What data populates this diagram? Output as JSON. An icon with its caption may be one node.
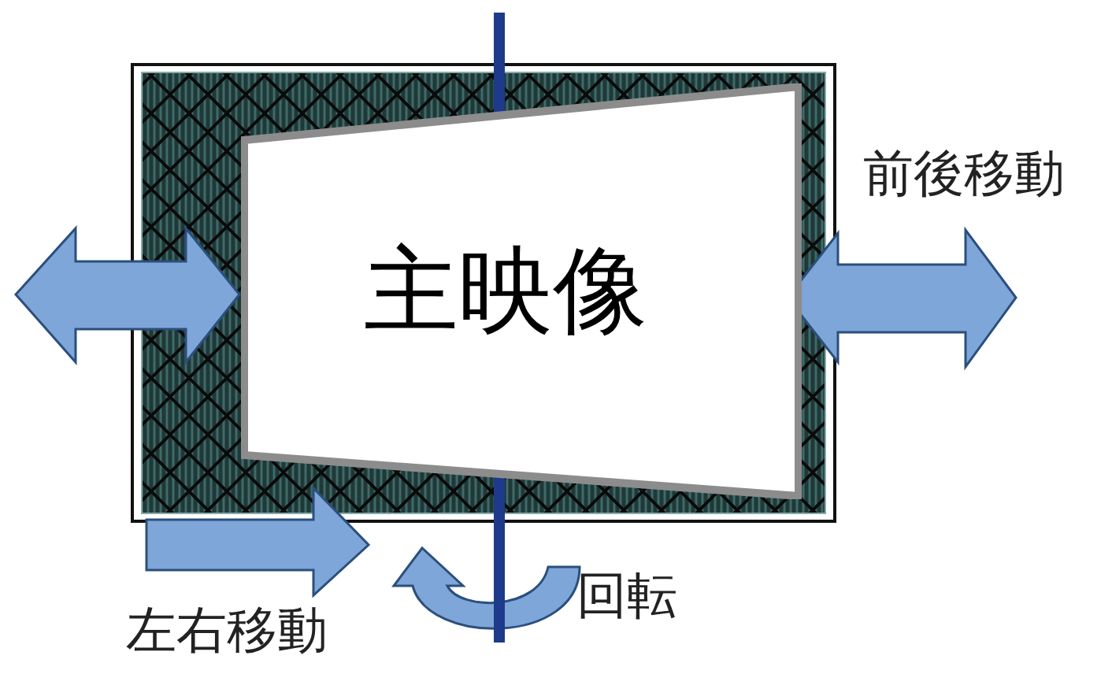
{
  "diagram": {
    "nodes": [
      {
        "text": [
          "主映像"
        ]
      }
    ],
    "labels": [
      "前後移動",
      "左右移動",
      "回転"
    ]
  }
}
